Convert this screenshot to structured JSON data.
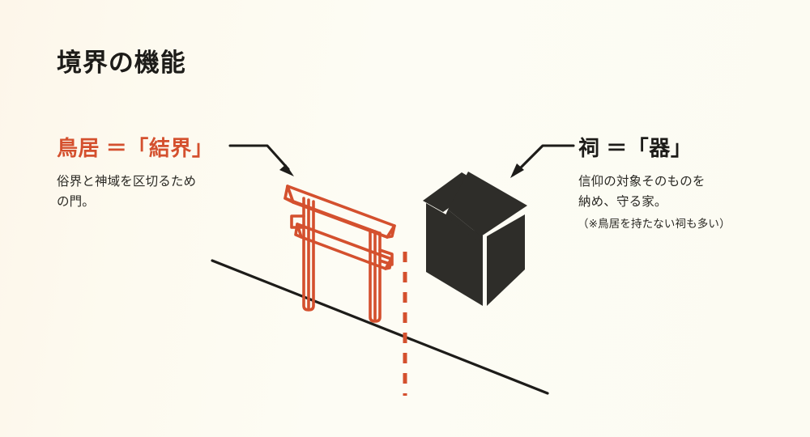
{
  "slide": {
    "title": "境界の機能",
    "background_color": "#fdfbf2",
    "accent_color": "#d4502e",
    "ink_color": "#23221e",
    "hokora_fill": "#2e2d29"
  },
  "torii": {
    "heading": "鳥居 ＝「結界」",
    "description": "俗界と神域を区切るため\nの門。",
    "figure_name": "torii-gate-illustration",
    "figure_color": "#d4502e"
  },
  "hokora": {
    "heading": "祠 ＝「器」",
    "description": "信仰の対象そのものを\n納め、守る家。",
    "note": "（※鳥居を持たない祠も多い）",
    "figure_name": "hokora-shrine-illustration",
    "figure_color": "#2e2d29"
  },
  "annotations": {
    "left_arrow_name": "arrow-to-torii",
    "right_arrow_name": "arrow-to-hokora",
    "ground_line_name": "ground-slope-line",
    "boundary_line_name": "boundary-dashed-line"
  }
}
